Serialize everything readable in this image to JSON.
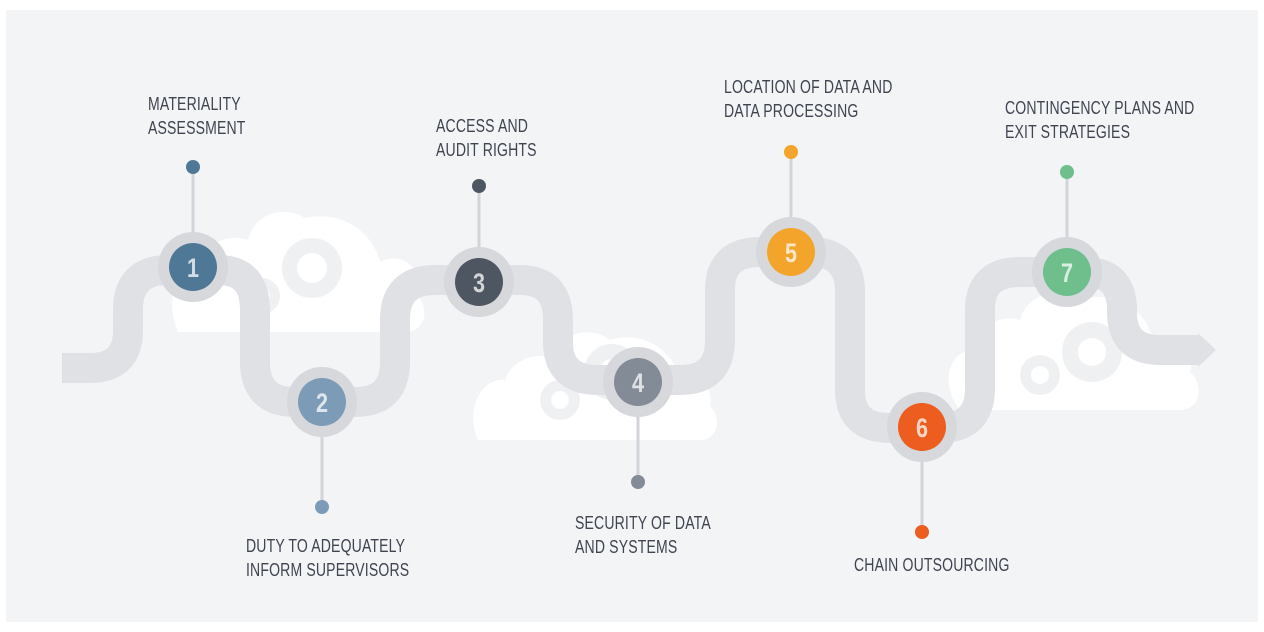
{
  "colors": {
    "background": "#f3f4f6",
    "road": "#dfe1e5",
    "stem": "#d2d4d9",
    "node_ring": "#d6d8dc",
    "cloud": "#ffffff",
    "gear": "#eff0f2"
  },
  "steps": [
    {
      "number": "1",
      "label": [
        "MATERIALITY",
        "ASSESSMENT"
      ],
      "color": "#4f7896",
      "side": "top"
    },
    {
      "number": "2",
      "label": [
        "DUTY TO ADEQUATELY",
        "INFORM SUPERVISORS"
      ],
      "color": "#7b9bb6",
      "side": "bottom"
    },
    {
      "number": "3",
      "label": [
        "ACCESS AND",
        "AUDIT RIGHTS"
      ],
      "color": "#4e5661",
      "side": "top"
    },
    {
      "number": "4",
      "label": [
        "SECURITY OF DATA",
        "AND SYSTEMS"
      ],
      "color": "#838c96",
      "side": "bottom"
    },
    {
      "number": "5",
      "label": [
        "LOCATION OF DATA AND",
        "DATA PROCESSING"
      ],
      "color": "#f2a52a",
      "side": "top"
    },
    {
      "number": "6",
      "label": [
        "CHAIN OUTSOURCING"
      ],
      "color": "#ec5d1f",
      "side": "bottom"
    },
    {
      "number": "7",
      "label": [
        "CONTINGENCY PLANS AND",
        "EXIT STRATEGIES"
      ],
      "color": "#6ebf8c",
      "side": "top"
    }
  ]
}
